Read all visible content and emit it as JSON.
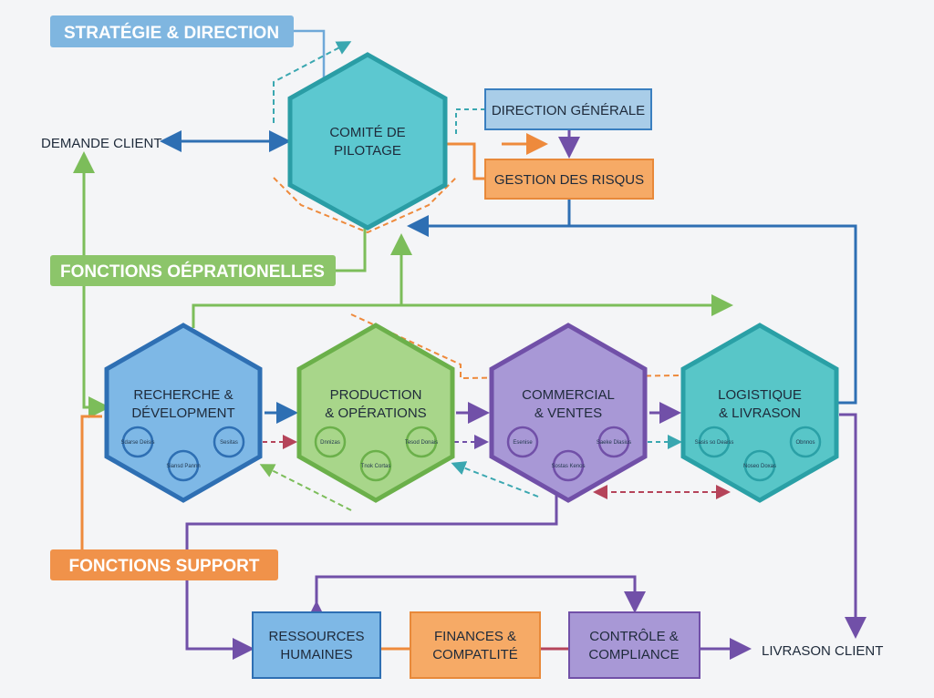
{
  "sections": {
    "strategy": "STRATÉGIE & DIRECTION",
    "operations": "FONCTIONS OÉPRATIONELLES",
    "support": "FONCTIONS SUPPORT"
  },
  "external": {
    "demand": "DEMANDE CLIENT",
    "delivery": "LIVRASON CLIENT"
  },
  "committee": {
    "line1": "COMITÉ DE",
    "line2": "PILOTAGE"
  },
  "boxes": {
    "direction": "DIRECTION GÉNÉRALE",
    "risks": "GESTION DES RISQUS"
  },
  "hexagons": [
    {
      "line1": "RECHERCHE &",
      "line2": "DÉVELOPMENT",
      "subs": [
        "Sdarse Deisis",
        "Sesitas",
        "Siansd Pannn"
      ]
    },
    {
      "line1": "PRODUCTION",
      "line2": "& OPÉRATIONS",
      "subs": [
        "Dnnizas",
        "Tesod Donais",
        "Tnok Cortas"
      ]
    },
    {
      "line1": "COMMERCIAL",
      "line2": "& VENTES",
      "subs": [
        "Esenise",
        "Saeke Dlasius",
        "Sostas Kenos"
      ]
    },
    {
      "line1": "LOGISTIQUE",
      "line2": "& LIVRASON",
      "subs": [
        "Sasis so Deaiss",
        "Obnnos",
        "Noseo Doxas"
      ]
    }
  ],
  "support_boxes": [
    {
      "line1": "RESSOURCES",
      "line2": "HUMAINES"
    },
    {
      "line1": "FINANCES &",
      "line2": "COMPATLITÉ"
    },
    {
      "line1": "CONTRÔLE &",
      "line2": "COMPLIANCE"
    }
  ],
  "colors": {
    "blue": "#2e6fb3",
    "green": "#6bb04a",
    "purple": "#7150a8",
    "teal": "#2aa0a6",
    "orange": "#ee8a3c"
  }
}
